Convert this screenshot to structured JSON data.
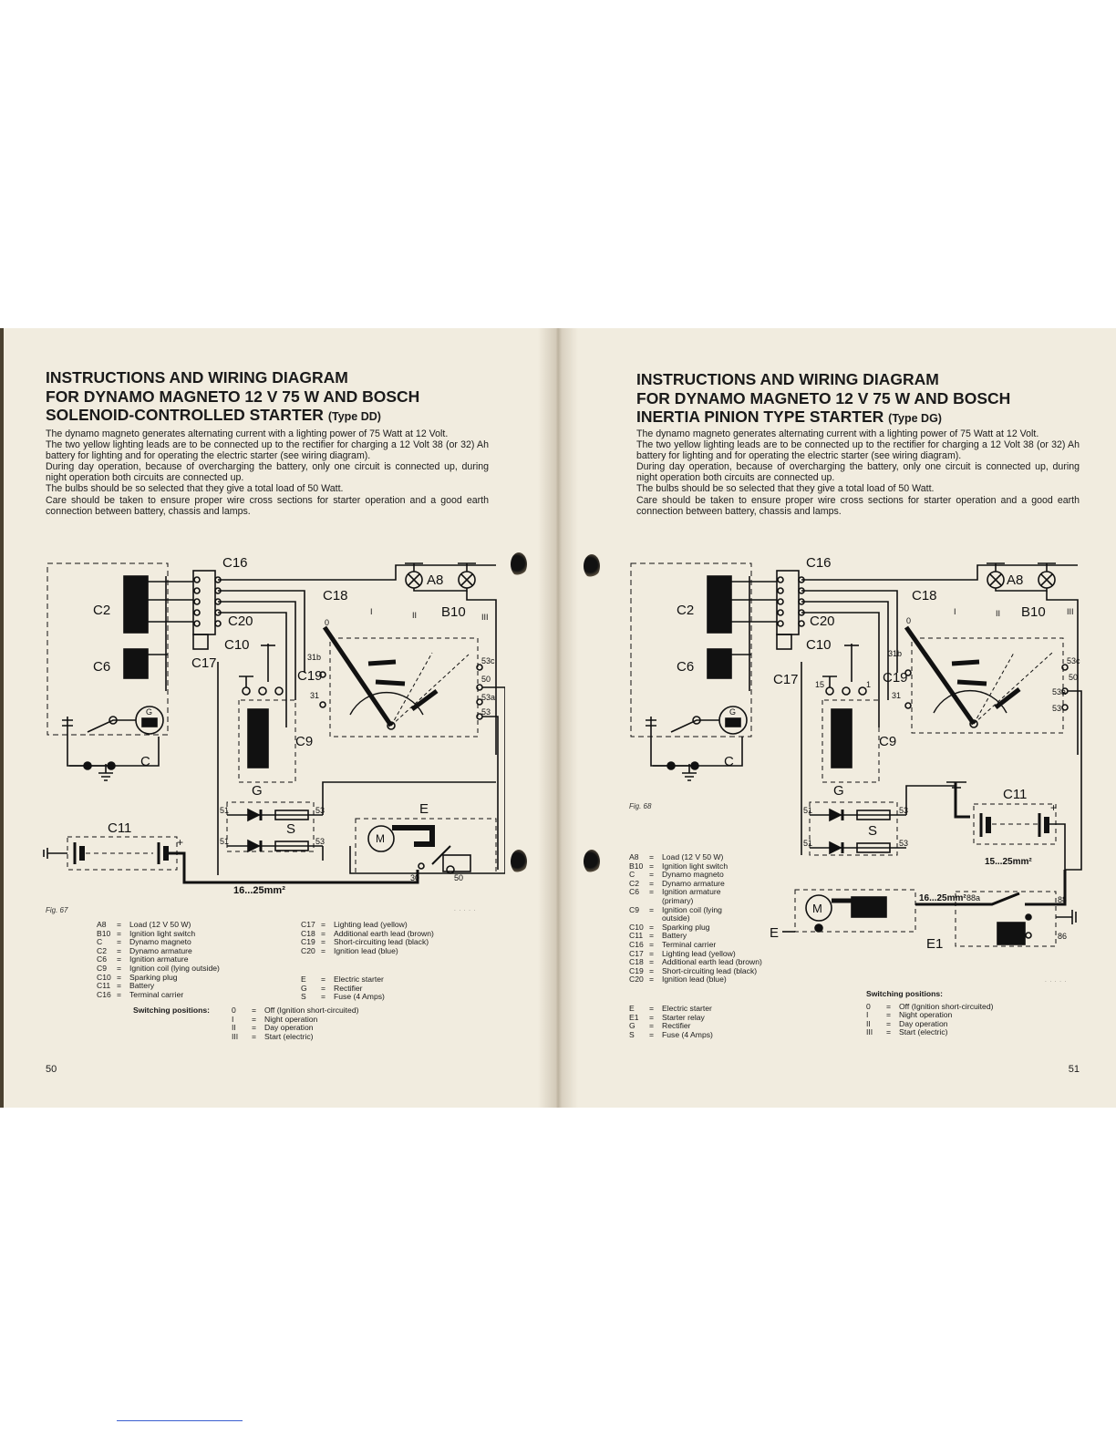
{
  "left": {
    "title_line1": "INSTRUCTIONS AND WIRING DIAGRAM",
    "title_line2": "FOR DYNAMO MAGNETO 12 V 75 W AND BOSCH",
    "title_line3": "SOLENOID-CONTROLLED STARTER",
    "title_type": "(Type DD)",
    "paragraphs": [
      "The dynamo magneto generates alternating current with a lighting power of 75 Watt at 12 Volt.",
      "The two yellow lighting leads are to be connected up to the rectifier for charging a 12 Volt 38 (or 32) Ah battery for lighting and for operating the electric starter (see wiring diagram).",
      "During day operation, because of overcharging the battery, only one circuit is connected up, during night operation both circuits are connected up.",
      "The bulbs should be so selected that they give a total load of 50 Watt.",
      "Care should be taken to ensure proper wire cross sections for starter operation and a good earth connection between battery, chassis and lamps."
    ],
    "fig_label": "Fig. 67",
    "diagram_labels": {
      "c16": "C16",
      "c18": "C18",
      "a8": "A8",
      "b10": "B10",
      "c2": "C2",
      "c6": "C6",
      "c20": "C20",
      "c10": "C10",
      "c17": "C17",
      "c19": "C19",
      "c9": "C9",
      "c": "C",
      "g_gen": "G",
      "g_rect": "G",
      "s": "S",
      "e": "E",
      "c11": "C11",
      "m": "M",
      "t0": "0",
      "t1": "I",
      "t2": "II",
      "t3": "III",
      "n31b": "31b",
      "n31": "31",
      "n53c": "53c",
      "n50": "50",
      "n53a": "53a",
      "n53": "53",
      "n51a": "51",
      "n51b": "51",
      "n53r1": "53",
      "n53r2": "53",
      "n30": "30",
      "n50s": "50",
      "wire": "16...25mm²",
      "plus": "+"
    },
    "legend_col1": [
      {
        "k": "A8",
        "v": "Load (12 V 50 W)"
      },
      {
        "k": "B10",
        "v": "Ignition light switch"
      },
      {
        "k": "C",
        "v": "Dynamo magneto"
      },
      {
        "k": "C2",
        "v": "Dynamo armature"
      },
      {
        "k": "C6",
        "v": "Ignition armature"
      },
      {
        "k": "C9",
        "v": "Ignition coil (lying outside)"
      },
      {
        "k": "C10",
        "v": "Sparking plug"
      },
      {
        "k": "C11",
        "v": "Battery"
      },
      {
        "k": "C16",
        "v": "Terminal carrier"
      }
    ],
    "legend_col2": [
      {
        "k": "C17",
        "v": "Lighting lead (yellow)"
      },
      {
        "k": "C18",
        "v": "Additional earth lead (brown)"
      },
      {
        "k": "C19",
        "v": "Short-circuiting lead (black)"
      },
      {
        "k": "C20",
        "v": "Ignition lead (blue)"
      }
    ],
    "legend_col3": [
      {
        "k": "E",
        "v": "Electric starter"
      },
      {
        "k": "G",
        "v": "Rectifier"
      },
      {
        "k": "S",
        "v": "Fuse (4 Amps)"
      }
    ],
    "switching_title": "Switching positions:",
    "switching": [
      {
        "k": "0",
        "v": "Off (Ignition short-circuited)"
      },
      {
        "k": "I",
        "v": "Night operation"
      },
      {
        "k": "II",
        "v": "Day operation"
      },
      {
        "k": "III",
        "v": "Start (electric)"
      }
    ],
    "page_number": "50"
  },
  "right": {
    "title_line1": "INSTRUCTIONS AND WIRING DIAGRAM",
    "title_line2": "FOR DYNAMO MAGNETO 12 V 75 W AND BOSCH",
    "title_line3": "INERTIA PINION TYPE STARTER",
    "title_type": "(Type DG)",
    "paragraphs": [
      "The dynamo magneto generates alternating current with a lighting power of 75 Watt at 12 Volt.",
      "The two yellow lighting leads are to be connected up to the rectifier for charging a 12 Volt 38 (or 32) Ah battery for lighting and for operating the electric starter (see wiring diagram).",
      "During day operation, because of overcharging the battery, only one circuit is connected up, during night operation both circuits are connected up.",
      "The bulbs should be so selected that they give a total load of 50 Watt.",
      "Care should be taken to ensure proper wire cross sections for starter operation and a good earth connection between battery, chassis and lamps."
    ],
    "fig_label": "Fig. 68",
    "diagram_labels": {
      "c16": "C16",
      "c18": "C18",
      "a8": "A8",
      "b10": "B10",
      "c2": "C2",
      "c6": "C6",
      "c20": "C20",
      "c10": "C10",
      "c17": "C17",
      "c19": "C19",
      "c9": "C9",
      "c": "C",
      "g_gen": "G",
      "g_rect": "G",
      "s": "S",
      "e": "E",
      "e1": "E1",
      "c11": "C11",
      "m": "M",
      "t0": "0",
      "t1": "I",
      "t2": "II",
      "t3": "III",
      "n31b": "31b",
      "n31": "31",
      "n53c": "53c",
      "n50": "50",
      "n53a": "53a",
      "n53": "53",
      "n15": "15",
      "n1": "1",
      "n51a": "51",
      "n51b": "51",
      "n53r1": "53",
      "n53r2": "53",
      "n88": "88",
      "n88a": "88a",
      "n86": "86",
      "wire1": "15...25mm²",
      "wire2": "16...25mm²",
      "plus": "+"
    },
    "legend": [
      {
        "k": "A8",
        "v": "Load (12 V 50 W)"
      },
      {
        "k": "B10",
        "v": "Ignition light switch"
      },
      {
        "k": "C",
        "v": "Dynamo magneto"
      },
      {
        "k": "C2",
        "v": "Dynamo armature"
      },
      {
        "k": "C6",
        "v": "Ignition armature (primary)"
      },
      {
        "k": "C9",
        "v": "Ignition coil (lying outside)"
      },
      {
        "k": "C10",
        "v": "Sparking plug"
      },
      {
        "k": "C11",
        "v": "Battery"
      },
      {
        "k": "C16",
        "v": "Terminal carrier"
      },
      {
        "k": "C17",
        "v": "Lighting lead (yellow)"
      },
      {
        "k": "C18",
        "v": "Additional earth lead (brown)"
      },
      {
        "k": "C19",
        "v": "Short-circuiting lead (black)"
      },
      {
        "k": "C20",
        "v": "Ignition lead (blue)"
      }
    ],
    "legend2": [
      {
        "k": "E",
        "v": "Electric starter"
      },
      {
        "k": "E1",
        "v": "Starter relay"
      },
      {
        "k": "G",
        "v": "Rectifier"
      },
      {
        "k": "S",
        "v": "Fuse (4 Amps)"
      }
    ],
    "switching_title": "Switching positions:",
    "switching": [
      {
        "k": "0",
        "v": "Off (Ignition short-circuited)"
      },
      {
        "k": "I",
        "v": "Night operation"
      },
      {
        "k": "II",
        "v": "Day operation"
      },
      {
        "k": "III",
        "v": "Start (electric)"
      }
    ],
    "page_number": "51"
  }
}
